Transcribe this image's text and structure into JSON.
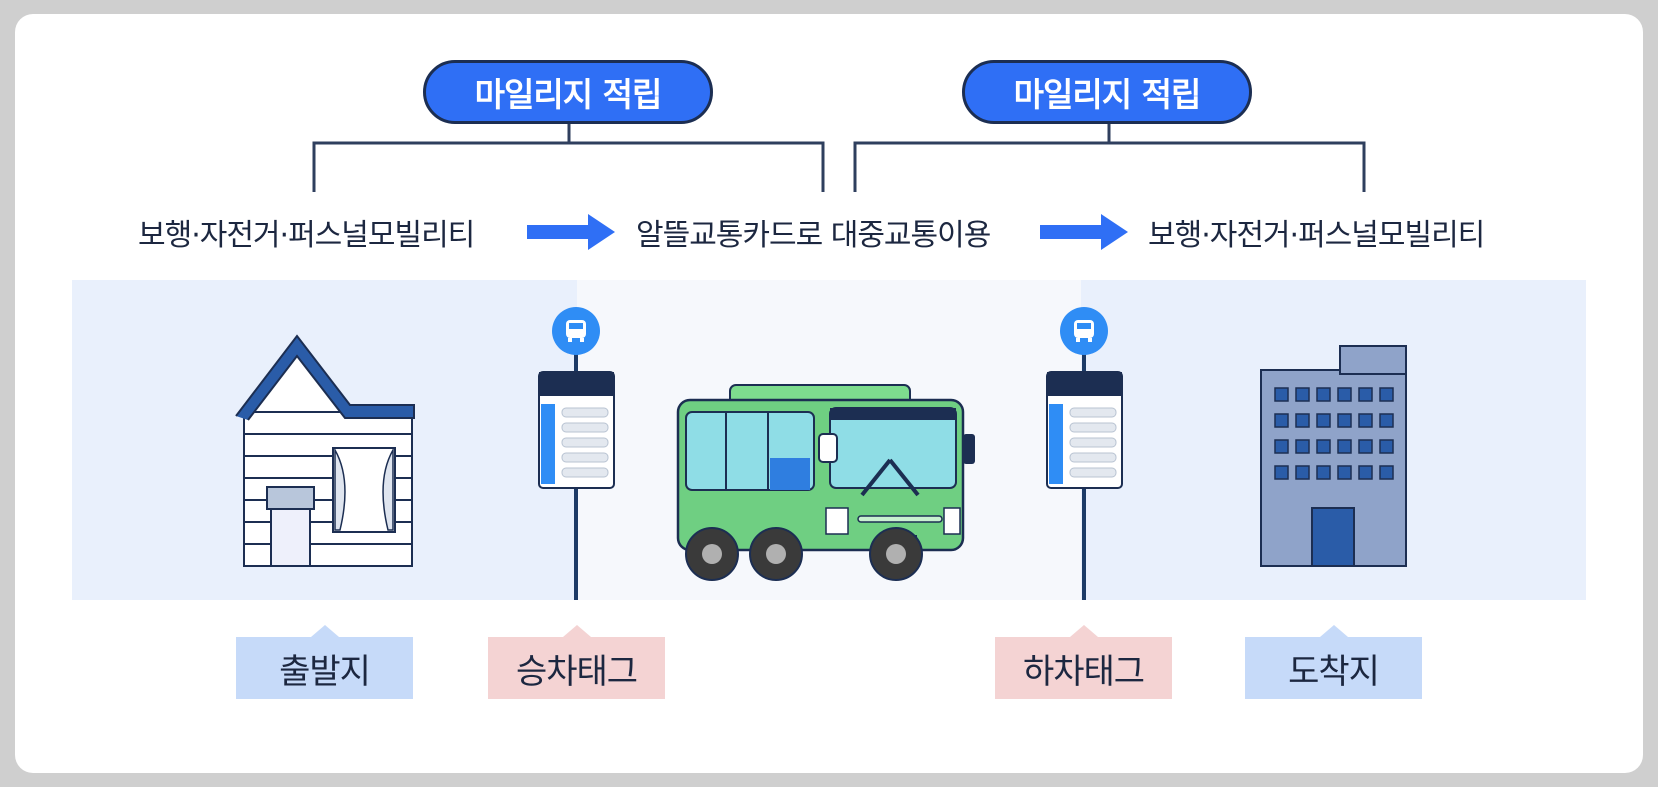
{
  "mileage": {
    "left_label": "마일리지 적립",
    "right_label": "마일리지 적립"
  },
  "flow": {
    "step1": "보행·자전거·퍼스널모빌리티",
    "step2": "알뜰교통카드로 대중교통이용",
    "step3": "보행·자전거·퍼스널모빌리티"
  },
  "tags": {
    "origin": "출발지",
    "board": "승차태그",
    "alight": "하차태그",
    "destination": "도착지"
  },
  "colors": {
    "pill_blue": "#2f6ff5",
    "outline": "#1c2e52",
    "zone_blue": "#e9f0fc",
    "bus_green": "#6fcf82",
    "tag_blue": "#c6daf9",
    "tag_pink": "#f4d3d3"
  }
}
